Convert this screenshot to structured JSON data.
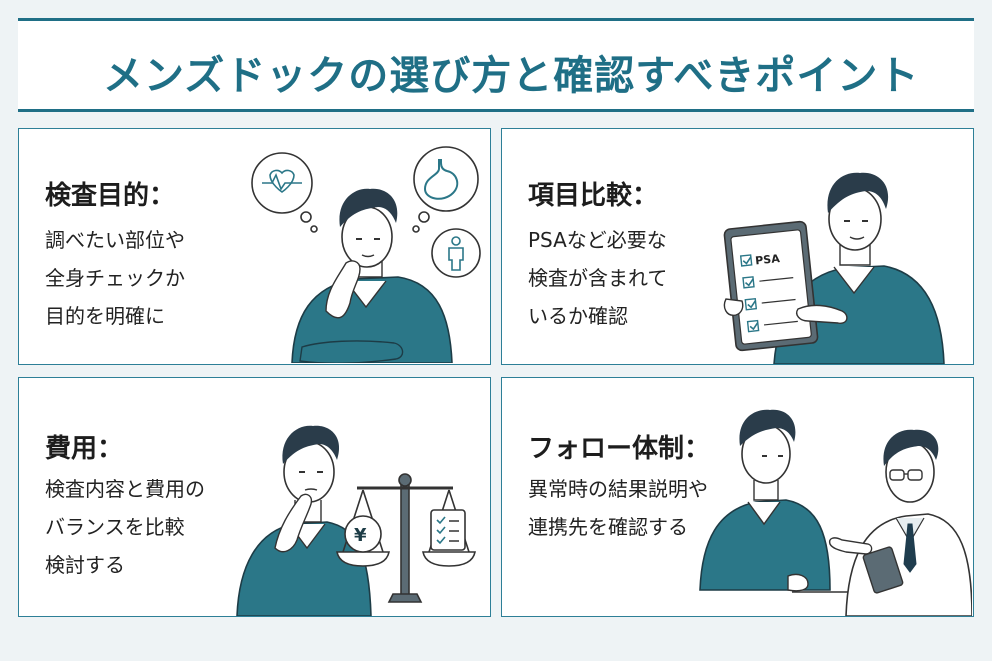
{
  "title": "メンズドックの選び方と確認すべきポイント",
  "colors": {
    "accent": "#1f6f86",
    "sweater": "#2b7788",
    "background": "#eef3f5"
  },
  "cards": [
    {
      "heading": "検査目的：",
      "lines": [
        "調べたい部位や",
        "全身チェックか",
        "目的を明確に"
      ],
      "icons": [
        "heart-rate-icon",
        "stomach-icon",
        "body-icon"
      ]
    },
    {
      "heading": "項目比較：",
      "lines": [
        "PSAなど必要な",
        "検査が含まれて",
        "いるか確認"
      ],
      "clipboard_label": "PSA"
    },
    {
      "heading": "費用：",
      "lines": [
        "検査内容と費用の",
        "バランスを比較",
        "検討する"
      ],
      "coin_symbol": "¥"
    },
    {
      "heading": "フォロー体制：",
      "lines": [
        "異常時の結果説明や",
        "連携先を確認する"
      ]
    }
  ]
}
